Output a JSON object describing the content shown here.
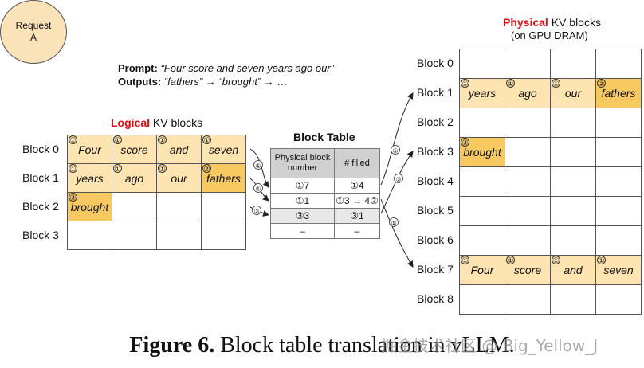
{
  "request": {
    "line1": "Request",
    "line2": "A"
  },
  "prompt": {
    "label": "Prompt:",
    "text": "“Four score and seven years ago our”"
  },
  "outputs": {
    "label": "Outputs:",
    "w1": "“fathers”",
    "arrow1": " → ",
    "w2": "“brought”",
    "tail": " → …"
  },
  "logical": {
    "title_highlight": "Logical",
    "title_rest": " KV blocks",
    "rows": [
      {
        "label": "Block 0",
        "cells": [
          {
            "num": "①",
            "word": "Four"
          },
          {
            "num": "①",
            "word": "score"
          },
          {
            "num": "①",
            "word": "and"
          },
          {
            "num": "①",
            "word": "seven"
          }
        ]
      },
      {
        "label": "Block 1",
        "cells": [
          {
            "num": "①",
            "word": "years"
          },
          {
            "num": "①",
            "word": "ago"
          },
          {
            "num": "①",
            "word": "our"
          },
          {
            "num": "②",
            "word": "fathers"
          }
        ]
      },
      {
        "label": "Block 2",
        "cells": [
          {
            "num": "③",
            "word": "brought"
          },
          {
            "num": "",
            "word": ""
          },
          {
            "num": "",
            "word": ""
          },
          {
            "num": "",
            "word": ""
          }
        ]
      },
      {
        "label": "Block 3",
        "cells": [
          {
            "num": "",
            "word": ""
          },
          {
            "num": "",
            "word": ""
          },
          {
            "num": "",
            "word": ""
          },
          {
            "num": "",
            "word": ""
          }
        ]
      }
    ]
  },
  "block_table": {
    "title": "Block Table",
    "col1": "Physical block number",
    "col2": "# filled",
    "rows": [
      {
        "phys": "①7",
        "filled": "①4"
      },
      {
        "phys": "①1",
        "filled": "①3 → 4②"
      },
      {
        "phys": "③3",
        "filled": "③1"
      },
      {
        "phys": "–",
        "filled": "–"
      }
    ]
  },
  "physical": {
    "title_highlight": "Physical",
    "title_rest": " KV blocks",
    "subtitle": "(on GPU DRAM)",
    "rows": [
      {
        "label": "Block 0",
        "cells": [
          {
            "num": "",
            "word": ""
          },
          {
            "num": "",
            "word": ""
          },
          {
            "num": "",
            "word": ""
          },
          {
            "num": "",
            "word": ""
          }
        ]
      },
      {
        "label": "Block 1",
        "cells": [
          {
            "num": "①",
            "word": "years"
          },
          {
            "num": "①",
            "word": "ago"
          },
          {
            "num": "①",
            "word": "our"
          },
          {
            "num": "②",
            "word": "fathers"
          }
        ]
      },
      {
        "label": "Block 2",
        "cells": [
          {
            "num": "",
            "word": ""
          },
          {
            "num": "",
            "word": ""
          },
          {
            "num": "",
            "word": ""
          },
          {
            "num": "",
            "word": ""
          }
        ]
      },
      {
        "label": "Block 3",
        "cells": [
          {
            "num": "③",
            "word": "brought"
          },
          {
            "num": "",
            "word": ""
          },
          {
            "num": "",
            "word": ""
          },
          {
            "num": "",
            "word": ""
          }
        ]
      },
      {
        "label": "Block 4",
        "cells": [
          {
            "num": "",
            "word": ""
          },
          {
            "num": "",
            "word": ""
          },
          {
            "num": "",
            "word": ""
          },
          {
            "num": "",
            "word": ""
          }
        ]
      },
      {
        "label": "Block 5",
        "cells": [
          {
            "num": "",
            "word": ""
          },
          {
            "num": "",
            "word": ""
          },
          {
            "num": "",
            "word": ""
          },
          {
            "num": "",
            "word": ""
          }
        ]
      },
      {
        "label": "Block 6",
        "cells": [
          {
            "num": "",
            "word": ""
          },
          {
            "num": "",
            "word": ""
          },
          {
            "num": "",
            "word": ""
          },
          {
            "num": "",
            "word": ""
          }
        ]
      },
      {
        "label": "Block 7",
        "cells": [
          {
            "num": "①",
            "word": "Four"
          },
          {
            "num": "①",
            "word": "score"
          },
          {
            "num": "①",
            "word": "and"
          },
          {
            "num": "①",
            "word": "seven"
          }
        ]
      },
      {
        "label": "Block 8",
        "cells": [
          {
            "num": "",
            "word": ""
          },
          {
            "num": "",
            "word": ""
          },
          {
            "num": "",
            "word": ""
          },
          {
            "num": "",
            "word": ""
          }
        ]
      }
    ]
  },
  "arrow_labels": {
    "a1": "①",
    "a2": "①",
    "a3": "③",
    "p1": "①",
    "p2": "③",
    "p3": "①"
  },
  "caption": {
    "bold": "Figure 6.",
    "rest": " Block table translation in vLLM."
  },
  "watermark": "掘金技术社区 @ Big_Yellow_J",
  "colors": {
    "highlight": "#e01010",
    "filled": "#fde4b0",
    "active": "#f8c861"
  }
}
